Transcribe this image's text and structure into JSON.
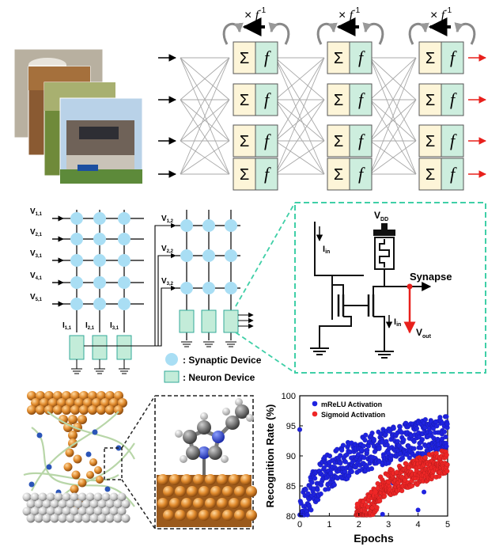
{
  "network": {
    "multiplier_label": "× f",
    "superscript": "-1",
    "sum_symbol": "Σ",
    "func_symbol": "f",
    "colors": {
      "sum_fill": "#fdf5d8",
      "func_fill": "#cdeede",
      "output_arrow": "#e8201c",
      "connection": "#a8a8a8"
    }
  },
  "crossbar": {
    "left_row_labels": [
      {
        "main": "V",
        "sub": "1,1"
      },
      {
        "main": "V",
        "sub": "2,1"
      },
      {
        "main": "V",
        "sub": "3,1"
      },
      {
        "main": "V",
        "sub": "4,1"
      },
      {
        "main": "V",
        "sub": "5,1"
      }
    ],
    "right_row_labels": [
      {
        "main": "V",
        "sub": "1,2"
      },
      {
        "main": "V",
        "sub": "2,2"
      },
      {
        "main": "V",
        "sub": "3,2"
      }
    ],
    "column_labels": [
      {
        "main": "I",
        "sub": "1,1"
      },
      {
        "main": "I",
        "sub": "2,1"
      },
      {
        "main": "I",
        "sub": "3,1"
      }
    ],
    "legend": {
      "synaptic": ": Synaptic Device",
      "neuron": ": Neuron Device"
    },
    "colors": {
      "synapse_dot": "#a9def4",
      "neuron_box": "#c3ecd9"
    }
  },
  "circuit": {
    "vdd": {
      "main": "V",
      "sub": "DD"
    },
    "iin_top": {
      "main": "I",
      "sub": "in"
    },
    "iin_right": {
      "main": "I",
      "sub": "in"
    },
    "synapse": "Synapse",
    "vout": {
      "main": "V",
      "sub": "out"
    },
    "colors": {
      "border": "#3fcfa7",
      "vout_arrow": "#e8201c"
    }
  },
  "chart_data": {
    "type": "scatter",
    "xlabel": "Epochs",
    "ylabel": "Recognition Rate (%)",
    "xlim": [
      0,
      5
    ],
    "ylim": [
      80,
      100
    ],
    "x_ticks": [
      "0",
      "1",
      "2",
      "3",
      "4",
      "5"
    ],
    "y_ticks": [
      "80",
      "85",
      "90",
      "95",
      "100"
    ],
    "legend_position": "top-left",
    "series": [
      {
        "name": "mReLU Activation",
        "color": "#1f23e0",
        "trend": [
          [
            0.0,
            80.0
          ],
          [
            0.25,
            82.5
          ],
          [
            0.5,
            85.0
          ],
          [
            0.75,
            86.5
          ],
          [
            1.0,
            87.5
          ],
          [
            1.5,
            89.0
          ],
          [
            2.0,
            90.0
          ],
          [
            2.5,
            91.0
          ],
          [
            3.0,
            91.8
          ],
          [
            3.5,
            92.4
          ],
          [
            4.0,
            93.0
          ],
          [
            4.5,
            93.6
          ],
          [
            5.0,
            94.0
          ]
        ],
        "spread": 3,
        "outliers": [
          [
            2.0,
            81.5
          ],
          [
            2.4,
            80.5
          ],
          [
            2.8,
            80.3
          ],
          [
            3.15,
            85.5
          ],
          [
            4.2,
            84.0
          ],
          [
            4.0,
            81.0
          ]
        ]
      },
      {
        "name": "Sigmoid Activation",
        "color": "#ee2626",
        "trend": [
          [
            1.9,
            80.0
          ],
          [
            2.1,
            80.5
          ],
          [
            2.3,
            81.5
          ],
          [
            2.5,
            82.5
          ],
          [
            2.75,
            84.5
          ],
          [
            3.0,
            85.5
          ],
          [
            3.5,
            86.5
          ],
          [
            4.0,
            87.5
          ],
          [
            4.5,
            88.3
          ],
          [
            5.0,
            89.5
          ]
        ],
        "spread": 2.2,
        "outliers": [
          [
            1.95,
            82.0
          ],
          [
            2.55,
            84.0
          ]
        ]
      }
    ]
  }
}
